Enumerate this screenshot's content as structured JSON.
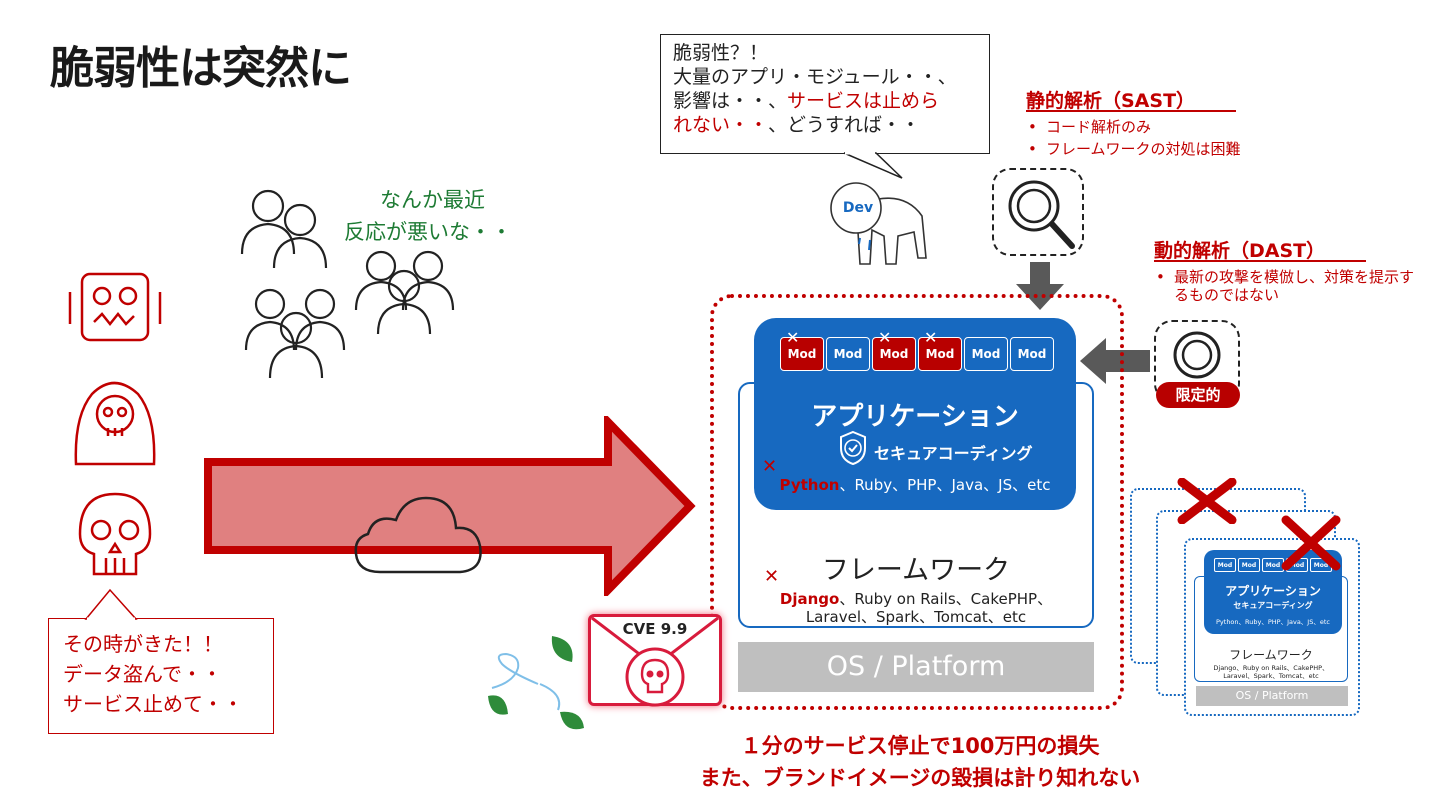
{
  "title": "脆弱性は突然に",
  "dev_bubble": {
    "line1": "脆弱性？！",
    "line2": "大量のアプリ・モジュール・・、",
    "line3_a": "影響は・・、",
    "line3_b": "サービスは止めら",
    "line4_a": "れない・・",
    "line4_b": "、どうすれば・・"
  },
  "dev_label": "Dev",
  "users_text": {
    "line1": "なんか最近",
    "line2": "反応が悪いな・・"
  },
  "attacker_bubble": {
    "line1": "その時がきた！！",
    "line2": "データ盗んで・・",
    "line3": "サービス止めて・・"
  },
  "sast": {
    "title": "静的解析（SAST）",
    "items": [
      "コード解析のみ",
      "フレームワークの対処は困難"
    ]
  },
  "dast": {
    "title": "動的解析（DAST）",
    "items": [
      "最新の攻撃を模倣し、対策を提示するものではない"
    ]
  },
  "limited_badge": "限定的",
  "app": {
    "mods": [
      "Mod",
      "Mod",
      "Mod",
      "Mod",
      "Mod",
      "Mod"
    ],
    "title": "アプリケーション",
    "secure": "セキュアコーディング",
    "lang_first": "Python",
    "lang_rest": "、Ruby、PHP、Java、JS、etc"
  },
  "framework": {
    "title": "フレームワーク",
    "line1_first": "Django",
    "line1_rest": "、Ruby on Rails、CakePHP、",
    "line2": "Laravel、Spark、Tomcat、etc"
  },
  "os": "OS / Platform",
  "cve": "CVE 9.9",
  "mini": {
    "mods": [
      "Mod",
      "Mod",
      "Mod",
      "Mod",
      "Mod"
    ],
    "app_title": "アプリケーション",
    "secure": "セキュアコーディング",
    "langs": "Python、Ruby、PHP、Java、JS、etc",
    "fw_title": "フレームワーク",
    "fw1": "Django、Ruby on Rails、CakePHP、",
    "fw2": "Laravel、Spark、Tomcat、etc",
    "os": "OS / Platform"
  },
  "bottom": {
    "line1": "１分のサービス停止で100万円の損失",
    "line2": "また、ブランドイメージの毀損は計り知れない"
  },
  "colors": {
    "accent_red": "#c00000",
    "app_blue": "#1769c0",
    "os_gray": "#bfbfbf",
    "arrow_pink": "#e08080"
  }
}
